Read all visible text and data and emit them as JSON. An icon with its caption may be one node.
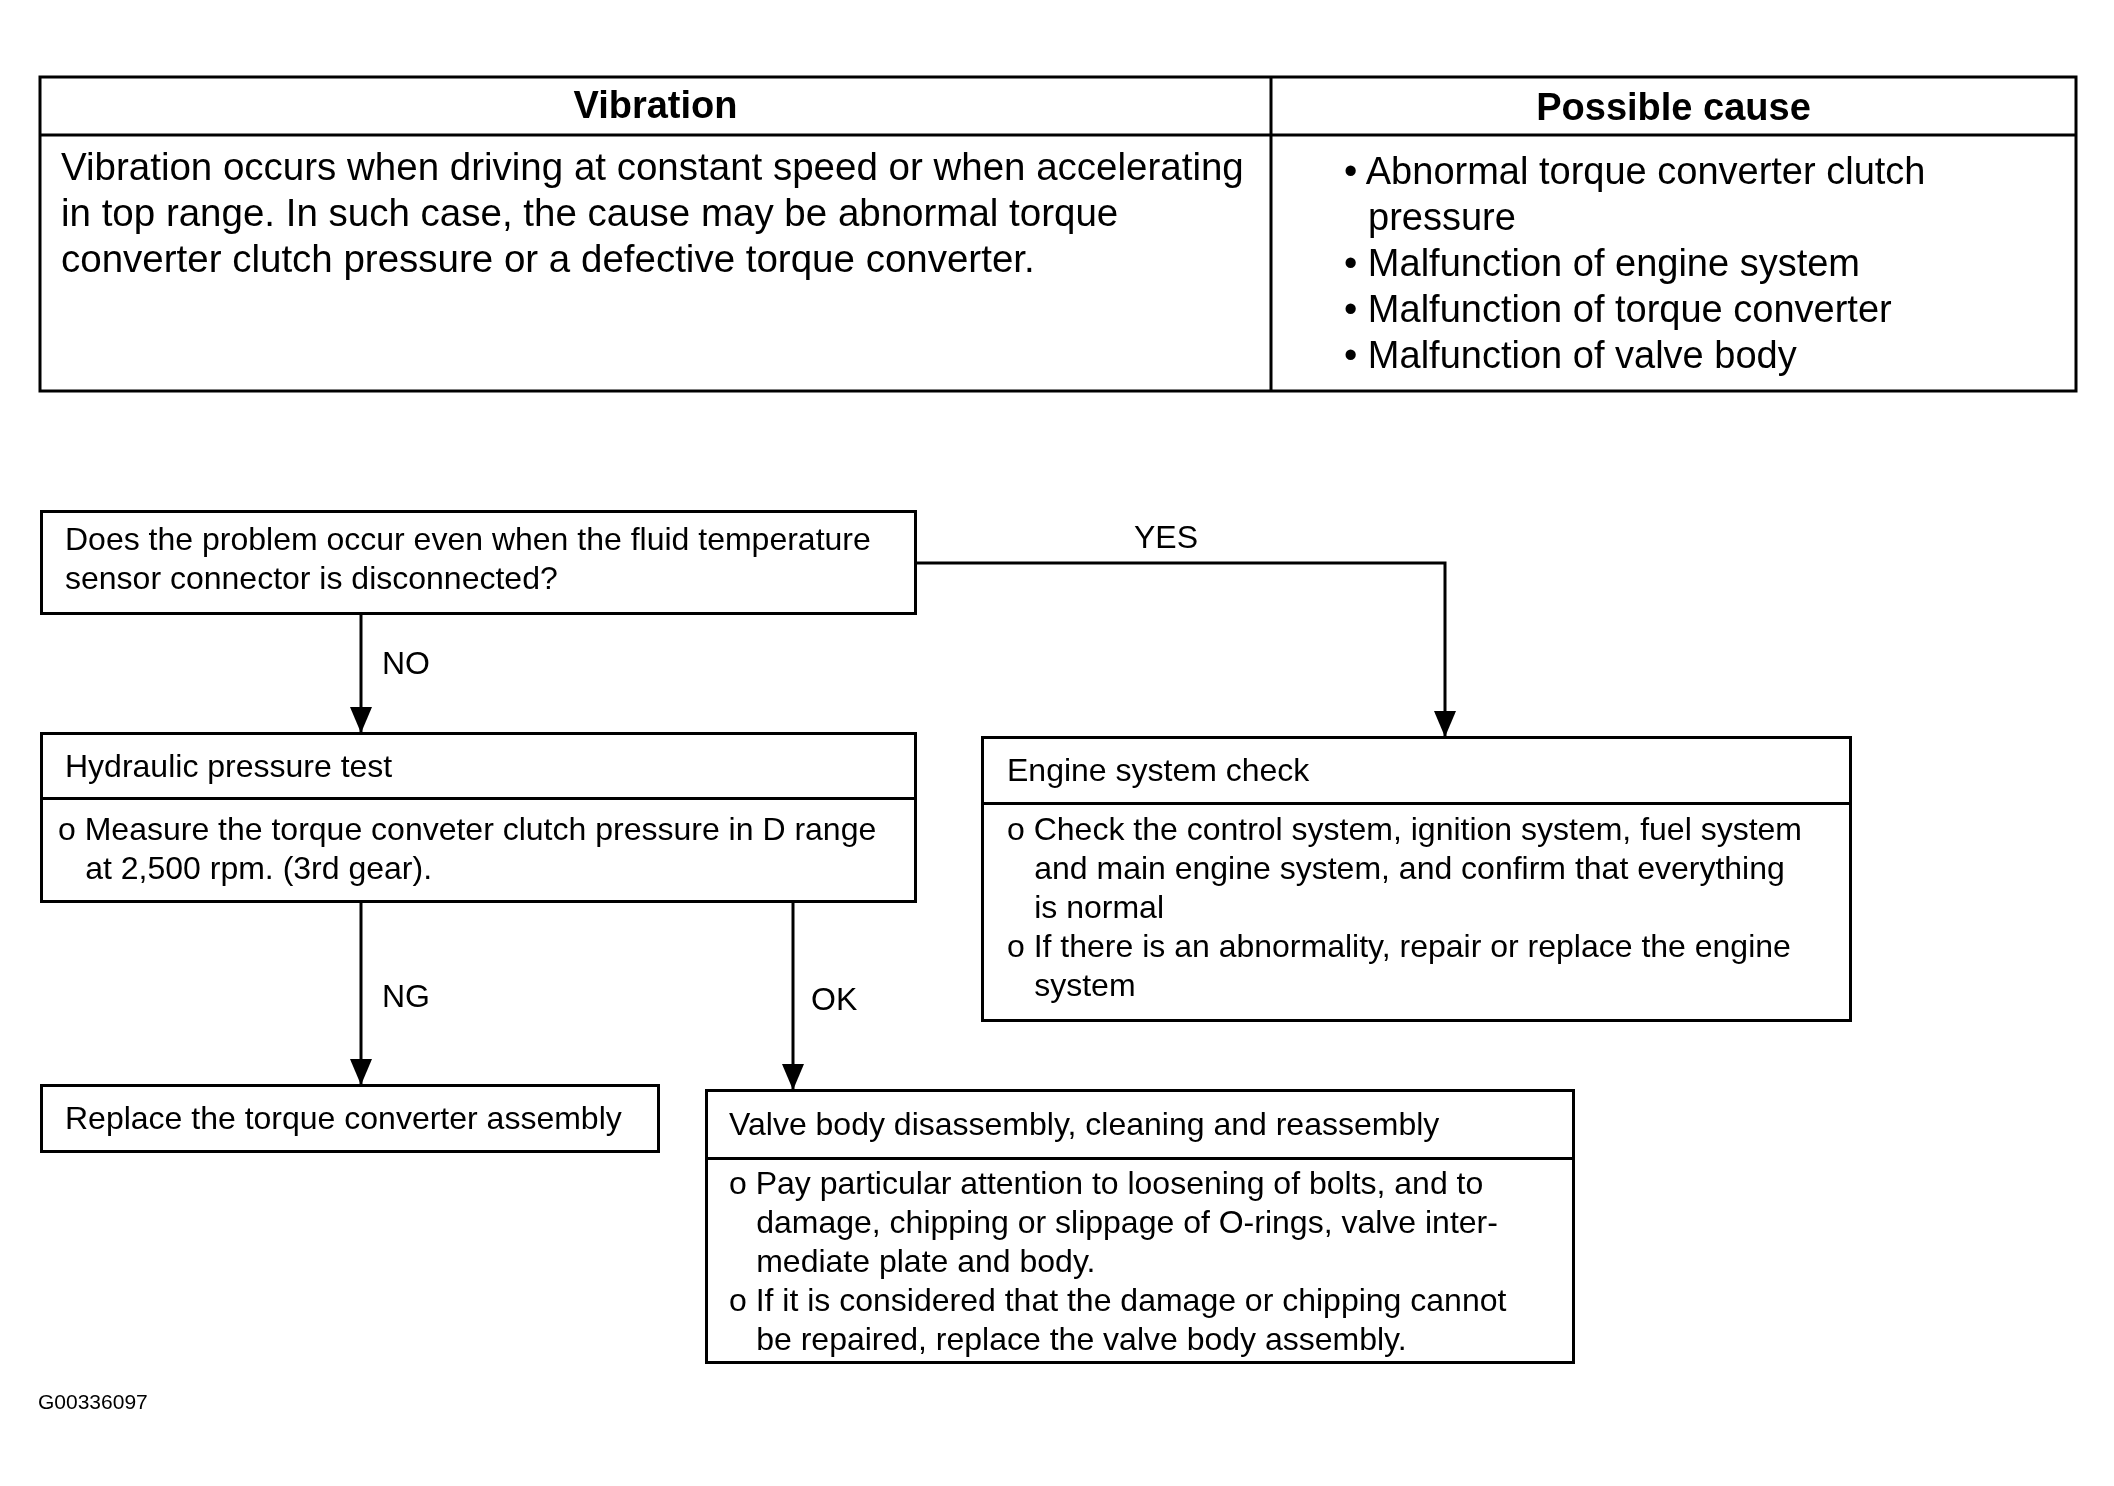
{
  "diagram": {
    "nodes": [
      {
        "text": [
          "Does the problem occur even when the fluid temperature sensor connector is disconnected?"
        ]
      },
      {
        "text": [
          "Hydraulic pressure test",
          "o Measure the torque conveter clutch pressure in D range at 2,500 rpm. (3rd gear)."
        ]
      },
      {
        "text": [
          "Engine system check",
          "o Check the control system, ignition system, fuel system and main engine system, and confirm that everything is normal",
          "o If there is an abnormality, repair or replace the engine system"
        ]
      },
      {
        "text": [
          "Replace the torque converter assembly"
        ]
      },
      {
        "text": [
          "Valve body disassembly, cleaning and reassembly",
          "o Pay particular attention to loosening of bolts, and to damage, chipping or slippage of O-rings, valve inter-mediate plate and body.",
          "o If it is considered that the damage or chipping cannot be repaired, replace the valve body assembly."
        ]
      }
    ],
    "edges": [
      {
        "from": 0,
        "to": 1,
        "arrow": "to",
        "label": "NO"
      },
      {
        "from": 0,
        "to": 2,
        "arrow": "to",
        "label": "YES"
      },
      {
        "from": 1,
        "to": 3,
        "arrow": "to",
        "label": "NG"
      },
      {
        "from": 1,
        "to": 4,
        "arrow": "to",
        "label": "OK"
      }
    ],
    "labels": [
      "Vibration",
      "Possible cause",
      "Vibration occurs when driving at constant speed or when accelerating in top range. In such case, the cause may be abnormal torque converter clutch pressure or a defective torque converter.",
      "• Abnormal torque converter clutch pressure",
      "• Malfunction of engine system",
      "• Malfunction of torque converter",
      "• Malfunction of valve body",
      "G00336097"
    ]
  }
}
